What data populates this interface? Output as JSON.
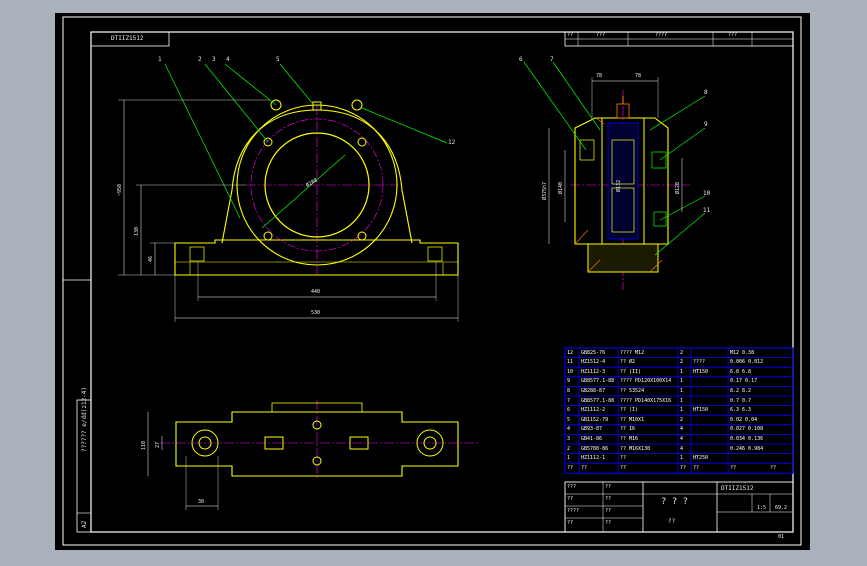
{
  "drawing_code": "DTIIZ1512",
  "side_code": "DTIIZ1512",
  "scale": "1:5",
  "sheet": "01",
  "side_note": "??????  e/dd(z12-4)",
  "side_note_short": "A2",
  "title_cn": "? ? ?",
  "title_unit": "??",
  "header_cells": [
    "??",
    "???",
    "????",
    "???"
  ],
  "balloons": [
    "1",
    "2",
    "3",
    "4",
    "5",
    "6",
    "7",
    "8",
    "9",
    "10",
    "11",
    "12"
  ],
  "dims_front": {
    "height": "~950",
    "h2": "130",
    "h3": "46",
    "w1": "440",
    "w2": "530",
    "bore": "Ø280"
  },
  "dims_side": {
    "top_left": "78",
    "top_right": "78",
    "d1": "Ø375h7",
    "d2": "Ø140",
    "d3": "Ø120",
    "d4": "Ø132"
  },
  "dims_plan": {
    "h": "110",
    "w": "27",
    "bot": "30"
  },
  "colors": {
    "frame": "#ffffff",
    "part": "#ffff00",
    "center": "#ff00ff",
    "leader": "#00ff00",
    "dim": "#ffffff",
    "table": "#0000ff",
    "bolt": "#ff8000",
    "accent": "#00ffff"
  },
  "bom": [
    {
      "no": "12",
      "code": "GB825-76",
      "name": "????  M12",
      "qty": "2",
      "mat": "",
      "note": "M12 0.38"
    },
    {
      "no": "11",
      "code": "HZ1512-4",
      "name": "??  Ø2",
      "qty": "2",
      "mat": "????",
      "note": "0.006 0.012"
    },
    {
      "no": "10",
      "code": "HZ1112-3",
      "name": "??  (II)",
      "qty": "1",
      "mat": "HT150",
      "note": "6.8  6.8"
    },
    {
      "no": "9",
      "code": "GB8577.1-88",
      "name": "????  PD120X100X14",
      "qty": "1",
      "mat": "",
      "note": "0.17 0.17"
    },
    {
      "no": "8",
      "code": "GB288-87",
      "name": "??  53524",
      "qty": "1",
      "mat": "",
      "note": "8.2  8.2"
    },
    {
      "no": "7",
      "code": "GB8577.1-88",
      "name": "????  PD140X175X16",
      "qty": "1",
      "mat": "",
      "note": "0.7  0.7"
    },
    {
      "no": "6",
      "code": "HZ1112-2",
      "name": "??  (I)",
      "qty": "1",
      "mat": "HT150",
      "note": "6.3  6.3"
    },
    {
      "no": "5",
      "code": "GB1152-79",
      "name": "??  M10X1",
      "qty": "2",
      "mat": "",
      "note": "0.02 0.04"
    },
    {
      "no": "4",
      "code": "GB93-87",
      "name": "??  16",
      "qty": "4",
      "mat": "",
      "note": "0.027 0.108"
    },
    {
      "no": "3",
      "code": "GB41-86",
      "name": "??  M16",
      "qty": "4",
      "mat": "",
      "note": "0.034 0.136"
    },
    {
      "no": "2",
      "code": "GB5780-86",
      "name": "??  M16X130",
      "qty": "4",
      "mat": "",
      "note": "0.246 0.984"
    },
    {
      "no": "1",
      "code": "HZ1112-1",
      "name": "??",
      "qty": "1",
      "mat": "HT250",
      "note": ""
    }
  ],
  "bom_header": [
    "??",
    "??",
    "??",
    "??",
    "??",
    "??",
    "??"
  ],
  "tb_labels": [
    "???",
    "??",
    "????",
    "??",
    "??",
    "??",
    "??",
    "??"
  ],
  "weight": "69.2"
}
